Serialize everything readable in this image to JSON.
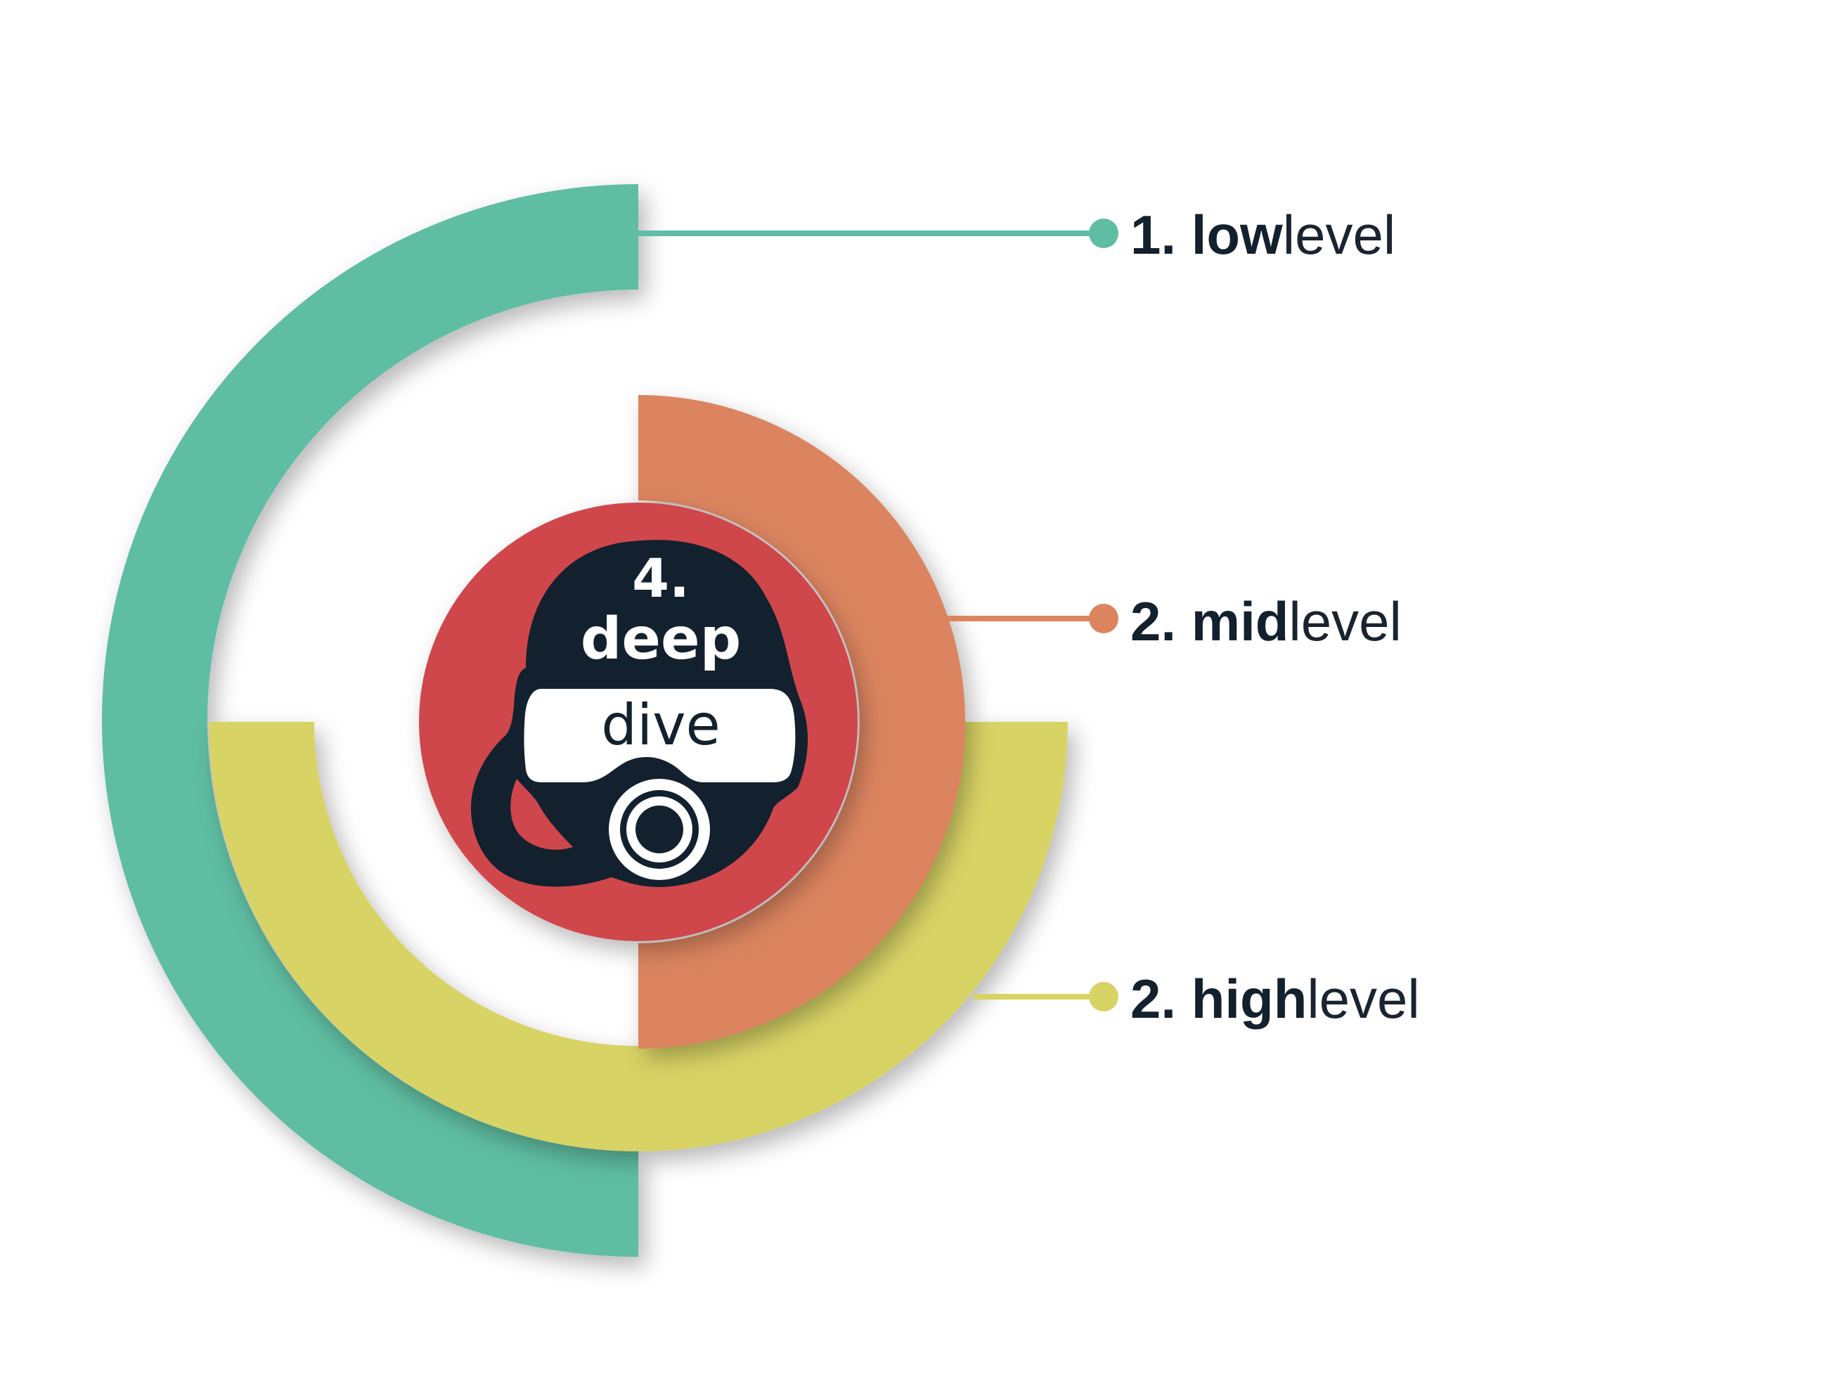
{
  "colors": {
    "low": "#5ebda2",
    "mid": "#db845e",
    "high": "#d8d365",
    "core": "#cf464c",
    "dark": "#13212e",
    "white": "#ffffff"
  },
  "levels": [
    {
      "id": "low",
      "number": "1.",
      "bold": "low",
      "light": "level"
    },
    {
      "id": "mid",
      "number": "2.",
      "bold": "mid",
      "light": "level"
    },
    {
      "id": "high",
      "number": "2.",
      "bold": "high",
      "light": "level"
    }
  ],
  "center": {
    "number": "4.",
    "word_bold": "deep",
    "word_light": "dive",
    "icon": "diving-mask-icon"
  }
}
